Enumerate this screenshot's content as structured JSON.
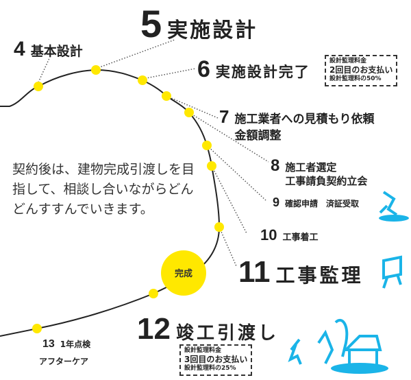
{
  "steps": [
    {
      "num": "4",
      "label": "基本設計"
    },
    {
      "num": "5",
      "label": "実施設計"
    },
    {
      "num": "6",
      "label": "実施設計完了"
    },
    {
      "num": "7",
      "label": "施工業者への見積もり依頼",
      "label2": "金額調整"
    },
    {
      "num": "8",
      "label": "施工者選定",
      "label2": "工事請負契約立会"
    },
    {
      "num": "9",
      "label": "確認申請　済証受取"
    },
    {
      "num": "10",
      "label": "工事着工"
    },
    {
      "num": "11",
      "label": "工事監理"
    },
    {
      "num": "12",
      "label": "竣工引渡し"
    },
    {
      "num": "13",
      "label": "1年点検",
      "label2": "アフターケア"
    }
  ],
  "complete_label": "完成",
  "intro": "契約後は、建物完成引渡しを目指して、相談し合いながらどんどんすすんでいきます。",
  "payment_boxes": [
    {
      "line1": "設計監理料金",
      "line2": "2回目のお支払い",
      "line3": "設計監理料の50%"
    },
    {
      "line1": "設計監理料金",
      "line2": "3回目のお支払い",
      "line3": "設計監理料の25%"
    }
  ],
  "colors": {
    "accent": "#ffe800",
    "illustration": "#1ab4e8",
    "text": "#222222"
  }
}
